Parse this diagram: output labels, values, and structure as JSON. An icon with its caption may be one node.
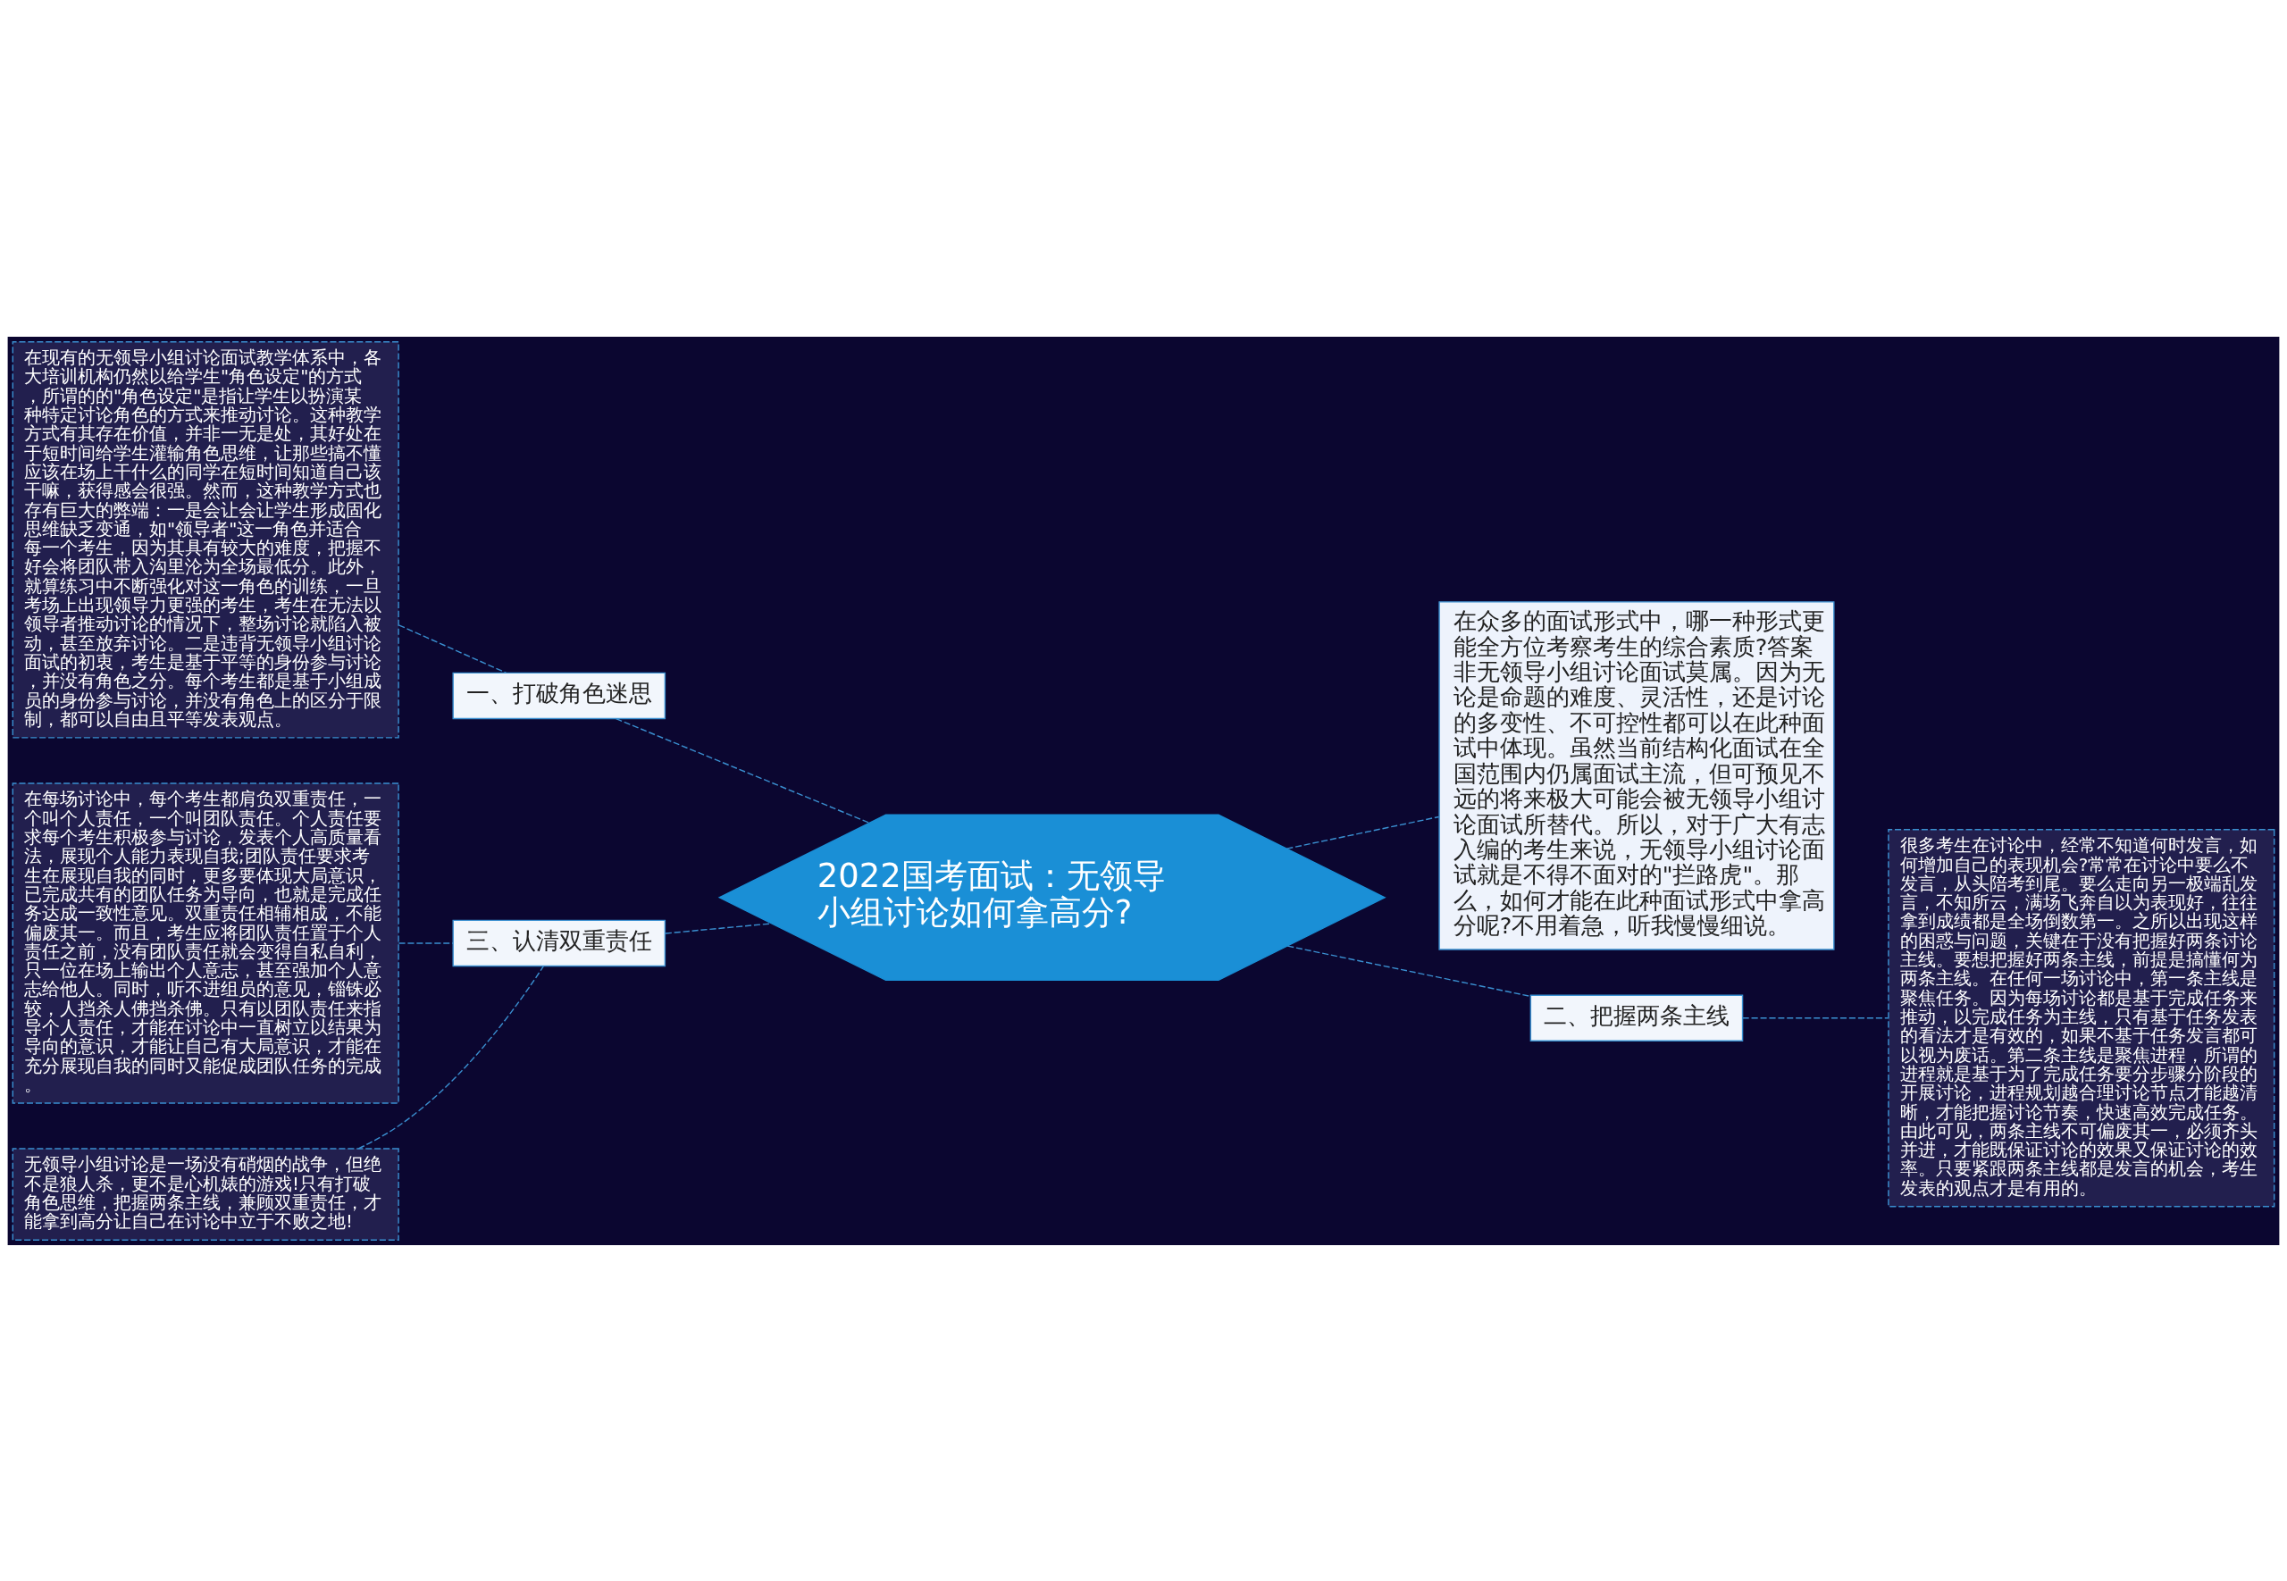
{
  "diagram": {
    "nodes": [
      {
        "text": [
          "2022国考面试：无领导小组讨论如何拿高分?"
        ]
      },
      {
        "text": [
          "在众多的面试形式中，哪一种形式更能全方位考察考生的综合素质?答案非无领导小组讨论面试莫属。因为无论是命题的难度、灵活性，还是讨论的多变性、不可控性都可以在此种面试中体现。虽然当前结构化面试在全国范围内仍属面试主流，但可预见不远的将来极大可能会被无领导小组讨论面试所替代。所以，对于广大有志入编的考生来说，无领导小组讨论面试就是不得不面对的\"拦路虎\"。那么，如何才能在此种面试形式中拿高分呢?不用着急，听我慢慢细说。"
        ]
      },
      {
        "text": [
          "一、打破角色迷思"
        ]
      },
      {
        "text": [
          "在现有的无领导小组讨论面试教学体系中，各大培训机构仍然以给学生\"角色设定\"的方式，所谓的的\"角色设定\"是指让学生以扮演某种特定讨论角色的方式来推动讨论。这种教学方式有其存在价值，并非一无是处，其好处在于短时间给学生灌输角色思维，让那些搞不懂应该在场上干什么的同学在短时间知道自己该干嘛，获得感会很强。然而，这种教学方式也存有巨大的弊端：一是会让会让学生形成固化思维缺乏变通，如\"领导者\"这一角色并适合每一个考生，因为其具有较大的难度，把握不好会将团队带入沟里沦为全场最低分。此外，就算练习中不断强化对这一角色的训练，一旦考场上出现领导力更强的考生，考生在无法以领导者推动讨论的情况下，整场讨论就陷入被动，甚至放弃讨论。二是违背无领导小组讨论面试的初衷，考生是基于平等的身份参与讨论，并没有角色之分。每个考生都是基于小组成员的身份参与讨论，并没有角色上的区分于限制，都可以自由且平等发表观点。"
        ]
      },
      {
        "text": [
          "二、把握两条主线"
        ]
      },
      {
        "text": [
          "很多考生在讨论中，经常不知道何时发言，如何增加自己的表现机会?常常在讨论中要么不发言，从头陪考到尾。要么走向另一极端乱发言，不知所云，满场飞奔自以为表现好，往往拿到成绩都是全场倒数第一。之所以出现这样的困惑与问题，关键在于没有把握好两条讨论主线。要想把握好两条主线，前提是搞懂何为两条主线。在任何一场讨论中，第一条主线是聚焦任务。因为每场讨论都是基于完成任务来推动，以完成任务为主线，只有基于任务发表的看法才是有效的，如果不基于任务发言都可以视为废话。第二条主线是聚焦进程，所谓的进程就是基于为了完成任务要分步骤分阶段的开展讨论，进程规划越合理讨论节点才能越清晰，才能把握讨论节奏，快速高效完成任务。由此可见，两条主线不可偏废其一，必须齐头并进，才能既保证讨论的效果又保证讨论的效率。只要紧跟两条主线都是发言的机会，考生发表的观点才是有用的。"
        ]
      },
      {
        "text": [
          "三、认清双重责任"
        ]
      },
      {
        "text": [
          "在每场讨论中，每个考生都肩负双重责任，一个叫个人责任，一个叫团队责任。个人责任要求每个考生积极参与讨论，发表个人高质量看法，展现个人能力表现自我;团队责任要求考生在展现自我的同时，更多要体现大局意识，已完成共有的团队任务为导向，也就是完成任务达成一致性意见。双重责任相辅相成，不能偏废其一。而且，考生应将团队责任置于个人责任之前，没有团队责任就会变得自私自利，只一位在场上输出个人意志，甚至强加个人意志给他人。同时，听不进组员的意见，锱铢必较，人挡杀人佛挡杀佛。只有以团队责任来指导个人责任，才能在讨论中一直树立以结果为导向的意识，才能让自己有大局意识，才能在充分展现自我的同时又能促成团队任务的完成。"
        ]
      },
      {
        "text": [
          "无领导小组讨论是一场没有硝烟的战争，但绝不是狼人杀，更不是心机婊的游戏!只有打破角色思维，把握两条主线，兼顾双重责任，才能拿到高分让自己在讨论中立于不败之地!"
        ]
      }
    ],
    "edges": [
      {
        "from": 2,
        "to": 0,
        "arrow": "none",
        "style": "dashed"
      },
      {
        "from": 3,
        "to": 2,
        "arrow": "none",
        "style": "dashed"
      },
      {
        "from": 0,
        "to": 1,
        "arrow": "none",
        "style": "dashed"
      },
      {
        "from": 0,
        "to": 4,
        "arrow": "none",
        "style": "dashed"
      },
      {
        "from": 4,
        "to": 5,
        "arrow": "none",
        "style": "dashed"
      },
      {
        "from": 6,
        "to": 0,
        "arrow": "none",
        "style": "dashed"
      },
      {
        "from": 7,
        "to": 6,
        "arrow": "none",
        "style": "dashed"
      },
      {
        "from": 8,
        "to": 6,
        "arrow": "none",
        "style": "dashed"
      }
    ]
  }
}
